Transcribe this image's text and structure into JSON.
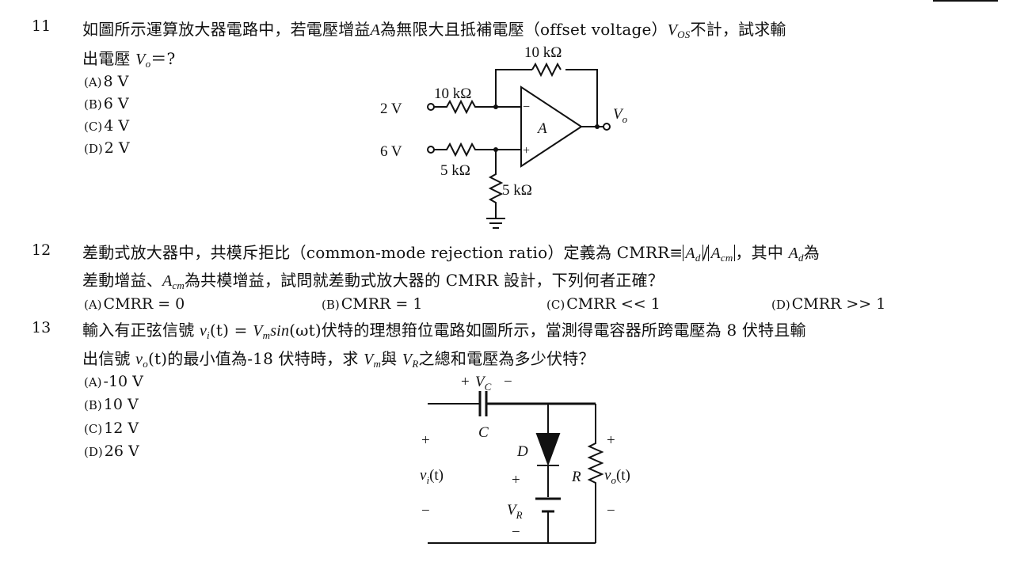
{
  "q11": {
    "number": "11",
    "text_1a": "如圖所示運算放大器電路中，若電壓增益",
    "var_A": "A",
    "text_1b": "為無限大且抵補電壓（offset voltage）",
    "var_Vos_base": "V",
    "var_Vos_sub": "OS",
    "text_1c": "不計，試求輸",
    "text_2a": "出電壓",
    "var_Vo_base": "V",
    "var_Vo_sub": "o",
    "text_2b": "＝?",
    "options": [
      {
        "label": "(A)",
        "value": "8 V"
      },
      {
        "label": "(B)",
        "value": "6 V"
      },
      {
        "label": "(C)",
        "value": "4 V"
      },
      {
        "label": "(D)",
        "value": "2 V"
      }
    ],
    "circuit": {
      "rf": "10 kΩ",
      "r1": "10 kΩ",
      "r2": "5 kΩ",
      "r3": "5 kΩ",
      "vin1": "2 V",
      "vin2": "6 V",
      "minus": "−",
      "plus": "+",
      "amp": "A",
      "out_base": "V",
      "out_sub": "o"
    }
  },
  "q12": {
    "number": "12",
    "text_1a": "差動式放大器中，共模斥拒比（common-mode rejection ratio）定義為 CMRR",
    "equiv": "≡",
    "ad_base": "A",
    "ad_sub": "d",
    "slash": "/",
    "acm_base": "A",
    "acm_sub": "cm",
    "text_1b": "，其中",
    "ad2_base": "A",
    "ad2_sub": "d",
    "text_1c": "為",
    "text_2a": "差動增益、",
    "acm2_base": "A",
    "acm2_sub": "cm",
    "text_2b": "為共模增益，試問就差動式放大器的 CMRR 設計，下列何者正確？",
    "options": [
      {
        "label": "(A)",
        "value": "CMRR = 0"
      },
      {
        "label": "(B)",
        "value": "CMRR = 1"
      },
      {
        "label": "(C)",
        "value": "CMRR << 1"
      },
      {
        "label": "(D)",
        "value": "CMRR >> 1"
      }
    ]
  },
  "q13": {
    "number": "13",
    "text_1a": "輸入有正弦信號",
    "vi_base": "v",
    "vi_sub": "i",
    "text_1b": "(t) = ",
    "vm_base": "V",
    "vm_sub": "m",
    "text_1c": "sin",
    "text_1d": "(ωt)",
    "text_1e": "伏特的理想箝位電路如圖所示，當測得電容器所跨電壓為 8 伏特且輸",
    "text_2a": "出信號",
    "vo_base": "v",
    "vo_sub": "o",
    "text_2b": "(t)的最小值為-18 伏特時，求",
    "vm2_base": "V",
    "vm2_sub": "m",
    "text_2c": "與",
    "vr_base": "V",
    "vr_sub": "R",
    "text_2d": "之總和電壓為多少伏特？",
    "options": [
      {
        "label": "(A)",
        "value": "-10 V"
      },
      {
        "label": "(B)",
        "value": "10 V"
      },
      {
        "label": "(C)",
        "value": "12 V"
      },
      {
        "label": "(D)",
        "value": "26 V"
      }
    ],
    "circuit": {
      "vc_plus": "+",
      "vc_base": "V",
      "vc_sub": "C",
      "vc_minus": "−",
      "cap": "C",
      "diode": "D",
      "res": "R",
      "vin_base": "v",
      "vin_sub": "i",
      "vin_t": "(t)",
      "vout_base": "v",
      "vout_sub": "o",
      "vout_t": "(t)",
      "vr_base": "V",
      "vr_sub": "R",
      "plus": "+",
      "minus": "−"
    }
  }
}
